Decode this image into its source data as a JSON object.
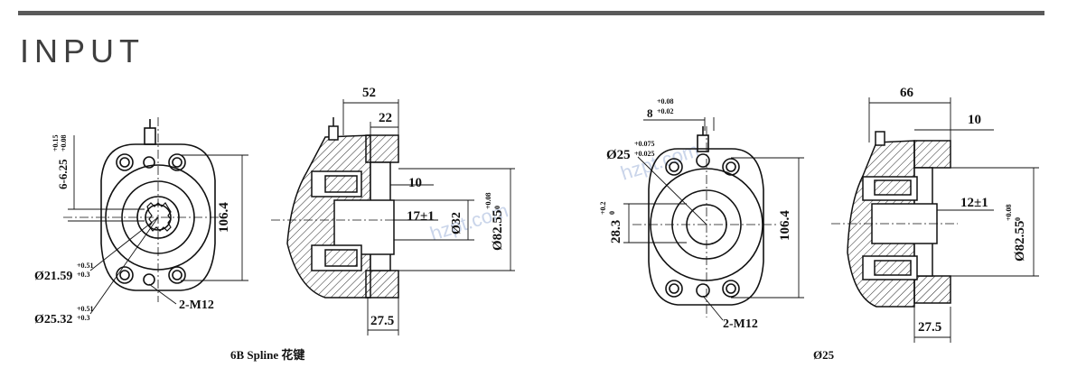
{
  "header": {
    "title": "INPUT"
  },
  "watermark": "hzpt.com",
  "left": {
    "caption": "6B Spline 花键",
    "front": {
      "key_height": "6-6.25",
      "key_tol_top": "+0.15",
      "key_tol_bot": "+0.08",
      "height": "106.4",
      "minor_dia": "Ø21.59",
      "minor_tol_top": "+0.51",
      "minor_tol_bot": "+0.3",
      "major_dia": "Ø25.32",
      "major_tol_top": "+0.51",
      "major_tol_bot": "+0.3",
      "bolts": "2-M12"
    },
    "side": {
      "overall": "52",
      "shoulder": "22",
      "flange_step": "10",
      "stick_out": "17±1",
      "bore": "Ø32",
      "pilot": "Ø82.55",
      "pilot_tol_top": "+0.08",
      "pilot_tol_bot": "0",
      "flange": "27.5"
    }
  },
  "right": {
    "caption": "Ø25",
    "front": {
      "key_width": "8",
      "key_tol_top": "+0.08",
      "key_tol_bot": "+0.02",
      "shaft_dia": "Ø25",
      "shaft_tol_top": "+0.075",
      "shaft_tol_bot": "+0.025",
      "key_depth": "28.3",
      "depth_tol_top": "+0.2",
      "depth_tol_bot": "0",
      "height": "106.4",
      "bolts": "2-M12"
    },
    "side": {
      "overall": "66",
      "flange_step": "10",
      "stick_out": "12±1",
      "pilot": "Ø82.55",
      "pilot_tol_top": "+0.08",
      "pilot_tol_bot": "0",
      "flange": "27.5"
    }
  }
}
